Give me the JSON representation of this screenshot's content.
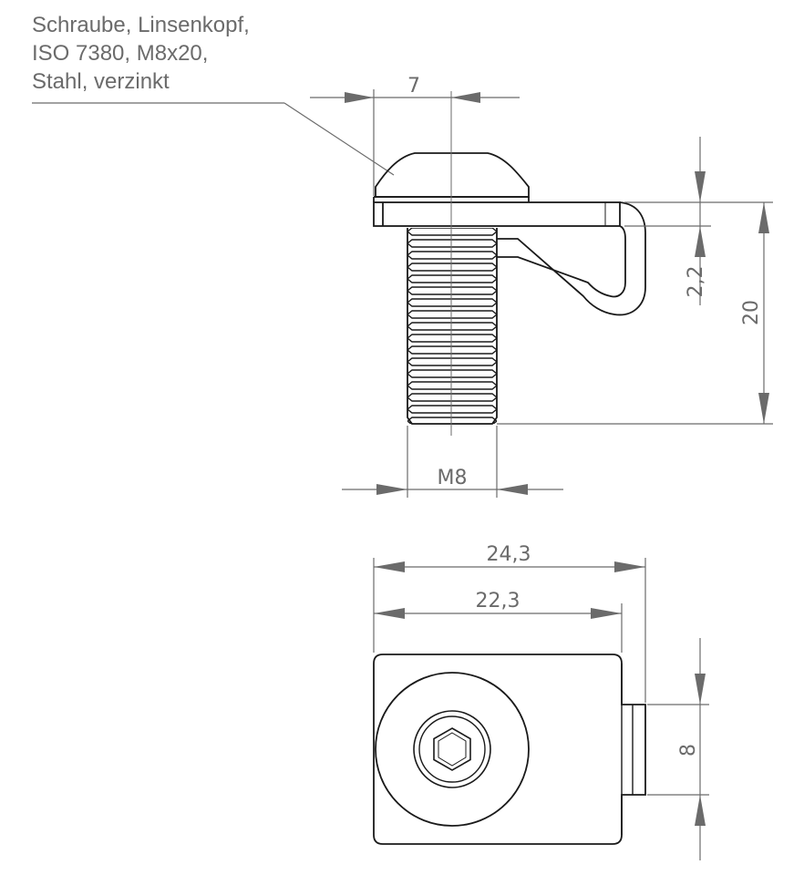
{
  "callout": {
    "lines": [
      "Schraube, Linsenkopf,",
      "ISO 7380, M8x20,",
      "Stahl, verzinkt"
    ]
  },
  "dimensions": {
    "head_width": "7",
    "thickness": "2,2",
    "length": "20",
    "thread": "M8",
    "overall_width": "24,3",
    "body_width": "22,3",
    "tab_height": "8"
  },
  "colors": {
    "outline": "#1a1a1a",
    "dimension": "#6b6b6b"
  }
}
